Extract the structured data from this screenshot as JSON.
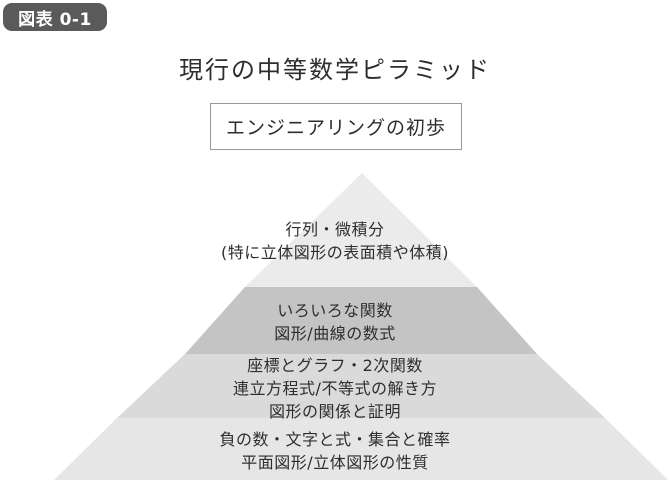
{
  "figure_label": "図表 0-1",
  "title": "現行の中等数学ピラミッド",
  "apex_box": "エンジニアリングの初歩",
  "tiers": [
    {
      "lines": [
        "行列・微積分",
        "(特に立体図形の表面積や体積)"
      ],
      "fill": "#ebebeb"
    },
    {
      "lines": [
        "いろいろな関数",
        "図形/曲線の数式"
      ],
      "fill": "#c4c4c4"
    },
    {
      "lines": [
        "座標とグラフ・2次関数",
        "連立方程式/不等式の解き方",
        "図形の関係と証明"
      ],
      "fill": "#dadada"
    },
    {
      "lines": [
        "負の数・文字と式・集合と確率",
        "平面図形/立体図形の性質"
      ],
      "fill": "#e6e6e6"
    }
  ]
}
